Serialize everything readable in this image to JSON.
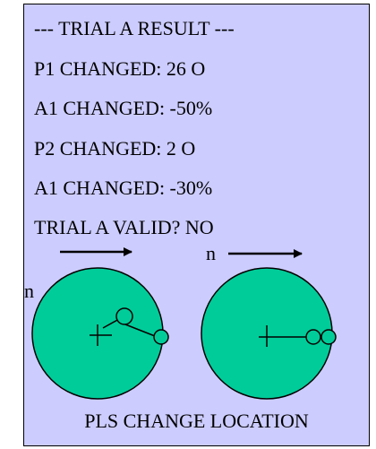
{
  "panel": {
    "background": "#ccccff",
    "lines": [
      "--- TRIAL A RESULT ---",
      "P1 CHANGED: 26 O",
      "A1 CHANGED: -50%",
      "P2 CHANGED: 2 O",
      "A1 CHANGED: -30%",
      "TRIAL A VALID? NO"
    ],
    "footer": "PLS CHANGE LOCATION"
  },
  "diagram": {
    "circle_fill": "#00cc99",
    "left": {
      "label": "n"
    },
    "right": {
      "label": "n"
    }
  }
}
